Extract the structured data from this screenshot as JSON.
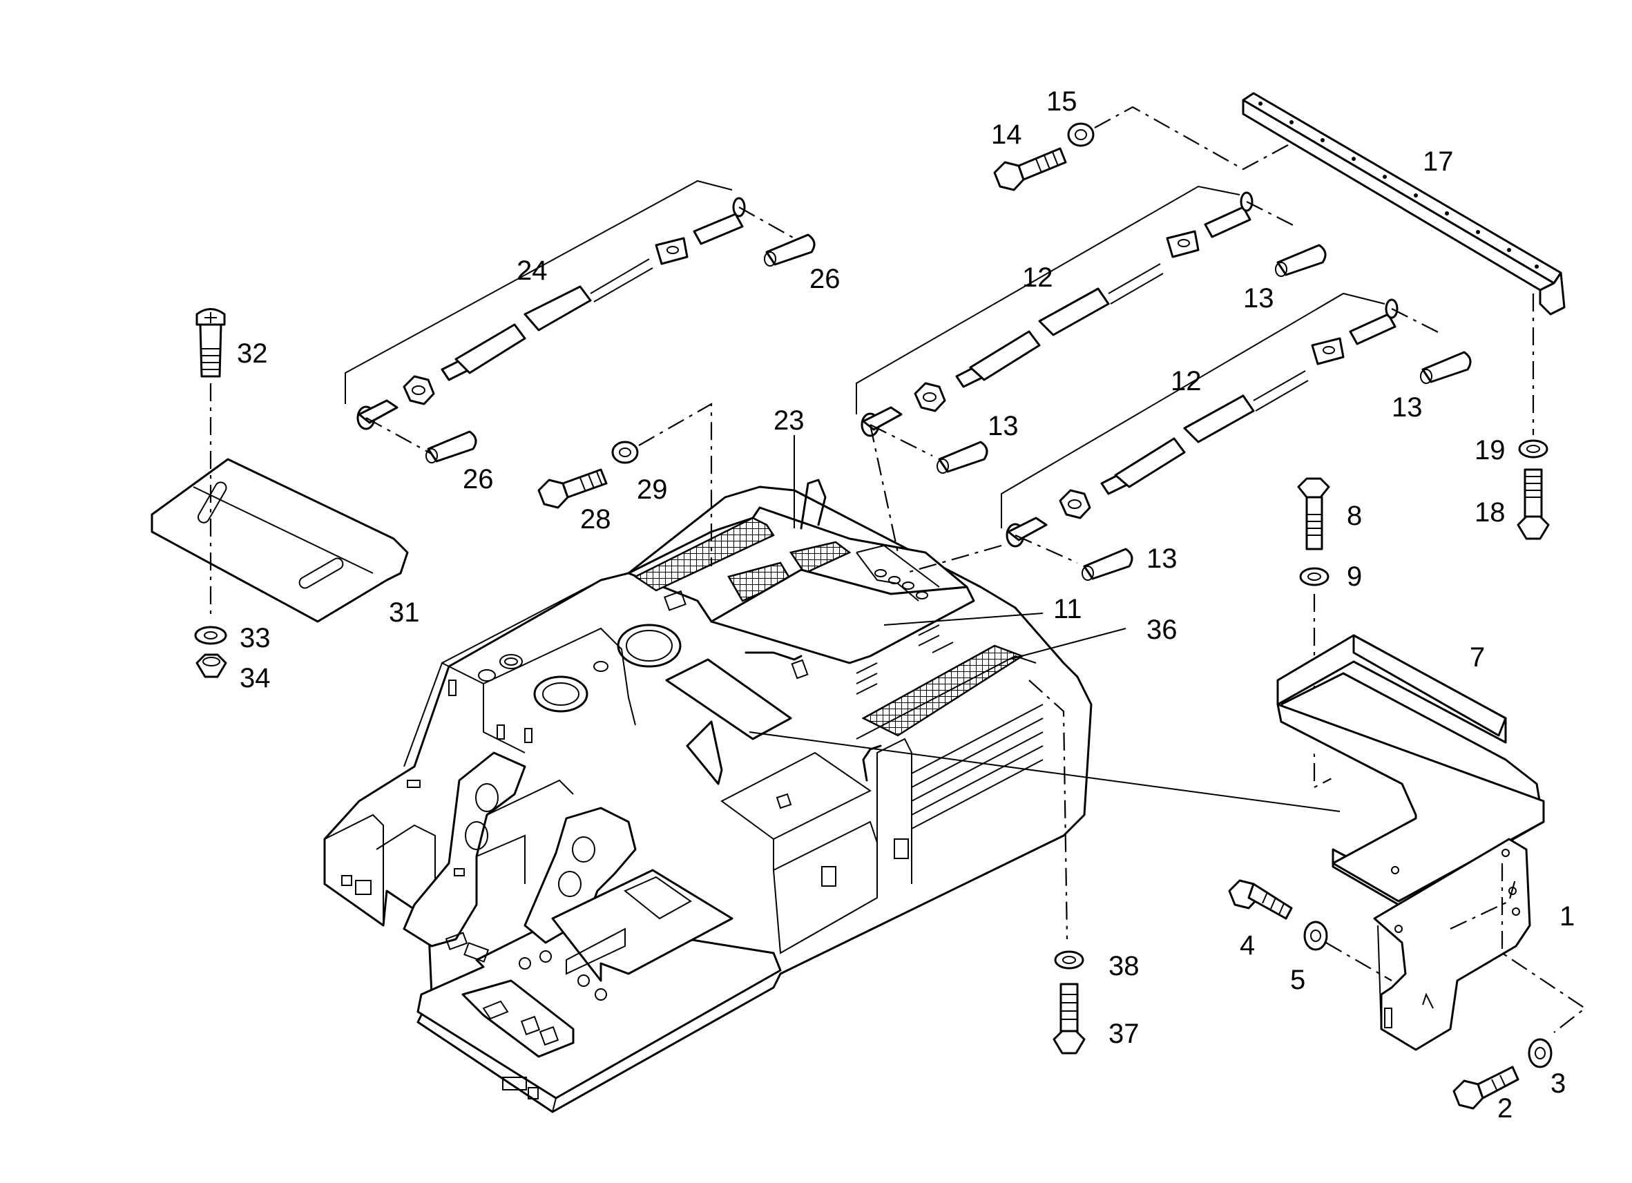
{
  "callouts": {
    "c1": "1",
    "c2": "2",
    "c3": "3",
    "c4": "4",
    "c5": "5",
    "c7": "7",
    "c8": "8",
    "c9": "9",
    "c11": "11",
    "c12a": "12",
    "c12b": "12",
    "c13a": "13",
    "c13b": "13",
    "c13c": "13",
    "c13d": "13",
    "c14": "14",
    "c15": "15",
    "c17": "17",
    "c18": "18",
    "c19": "19",
    "c23": "23",
    "c24": "24",
    "c26a": "26",
    "c26b": "26",
    "c28": "28",
    "c29": "29",
    "c31": "31",
    "c32": "32",
    "c33": "33",
    "c34": "34",
    "c36": "36",
    "c37": "37",
    "c38": "38"
  }
}
